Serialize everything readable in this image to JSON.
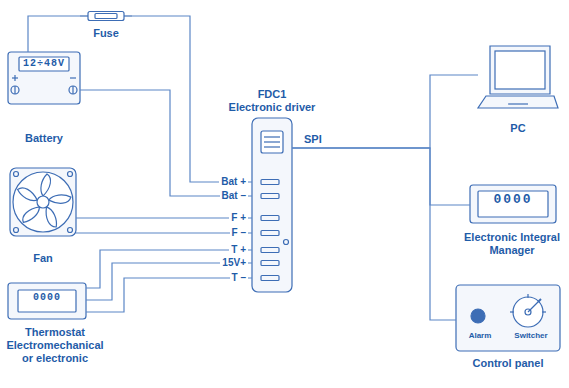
{
  "diagram": {
    "nodes": [
      {
        "text": [
          "Fuse"
        ]
      },
      {
        "text": [
          "12÷48V",
          "Battery"
        ]
      },
      {
        "text": [
          "Fan"
        ]
      },
      {
        "text": [
          "0000",
          "Thermostat Electromechanical or electronic"
        ]
      },
      {
        "text": [
          "FDC1",
          "Electronic driver"
        ]
      },
      {
        "text": [
          "PC"
        ]
      },
      {
        "text": [
          "0000",
          "Electronic Integral Manager"
        ]
      },
      {
        "text": [
          "Alarm",
          "Switcher",
          "Control panel"
        ]
      }
    ],
    "edges": [
      {
        "from": 1,
        "to": 0,
        "arrow": "none"
      },
      {
        "from": 0,
        "to": 4,
        "arrow": "none"
      },
      {
        "from": 1,
        "to": 4,
        "arrow": "none"
      },
      {
        "from": 2,
        "to": 4,
        "arrow": "none"
      },
      {
        "from": 2,
        "to": 4,
        "arrow": "none"
      },
      {
        "from": 3,
        "to": 4,
        "arrow": "none"
      },
      {
        "from": 3,
        "to": 4,
        "arrow": "none"
      },
      {
        "from": 3,
        "to": 4,
        "arrow": "none"
      },
      {
        "from": 4,
        "to": 5,
        "label": "SPI",
        "arrow": "none"
      },
      {
        "from": 4,
        "to": 6,
        "arrow": "none"
      },
      {
        "from": 4,
        "to": 7,
        "arrow": "none"
      }
    ],
    "labels": [
      "Bat +",
      "Bat –",
      "F +",
      "F –",
      "T +",
      "15V+",
      "T –"
    ]
  }
}
